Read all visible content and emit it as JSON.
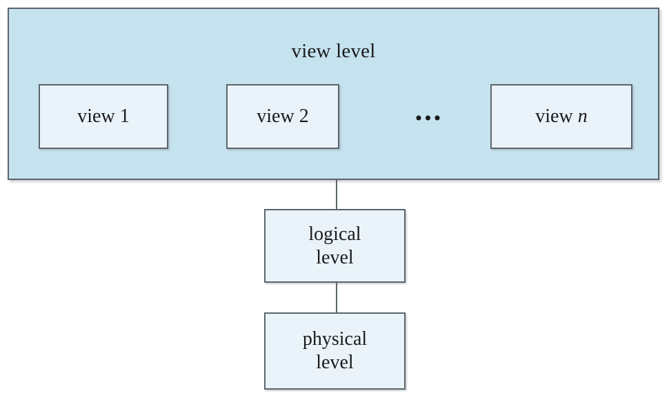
{
  "diagram": {
    "title": "view level",
    "ellipsis": "•••",
    "colors": {
      "panel_fill": "#c5e2ef",
      "box_fill": "#eaf3fa",
      "border": "#5a656b",
      "text": "#1a1a1a",
      "background": "#ffffff"
    },
    "view_level": {
      "label": "view level",
      "views": [
        {
          "prefix": "view ",
          "index": "1",
          "italic_index": false
        },
        {
          "prefix": "view ",
          "index": "2",
          "italic_index": false
        },
        {
          "prefix": "view ",
          "index": "n",
          "italic_index": true
        }
      ]
    },
    "logical_level": {
      "line1": "logical",
      "line2": "level"
    },
    "physical_level": {
      "line1": "physical",
      "line2": "level"
    }
  }
}
